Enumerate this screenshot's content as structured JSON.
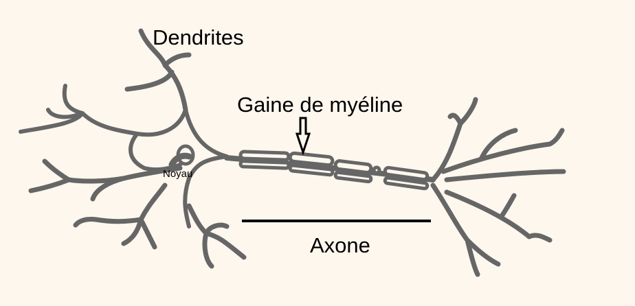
{
  "labels": {
    "dendrites": "Dendrites",
    "myelin": "Gaine de myéline",
    "nucleus": "Noyau",
    "axon": "Axone"
  },
  "colors": {
    "background": "#fdf7ee",
    "neuron": "#666666",
    "annotation": "#000000"
  }
}
